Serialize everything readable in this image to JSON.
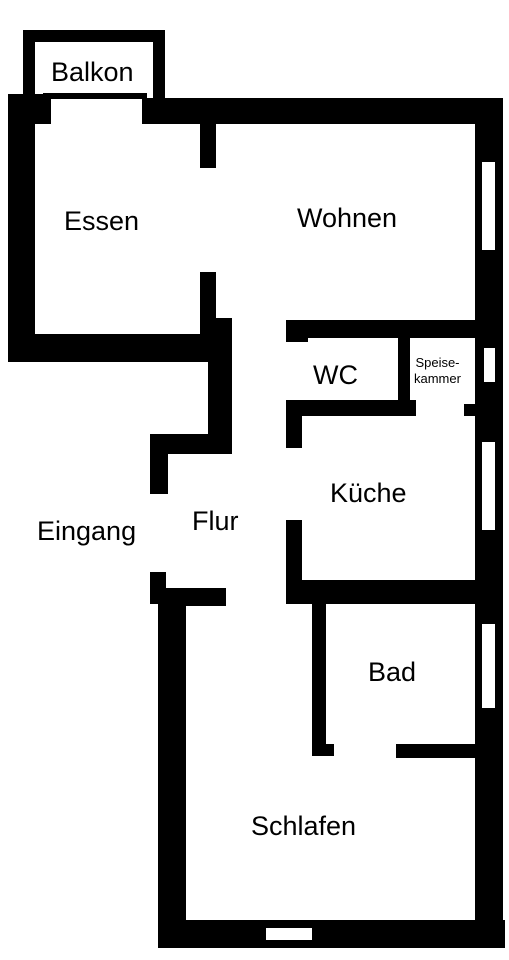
{
  "colors": {
    "wall": "#000000",
    "background": "#ffffff"
  },
  "rooms": {
    "balkon": "Balkon",
    "essen": "Essen",
    "wohnen": "Wohnen",
    "wc": "WC",
    "speisekammer_line1": "Speise-",
    "speisekammer_line2": "kammer",
    "kueche": "Küche",
    "eingang": "Eingang",
    "flur": "Flur",
    "bad": "Bad",
    "schlafen": "Schlafen"
  }
}
